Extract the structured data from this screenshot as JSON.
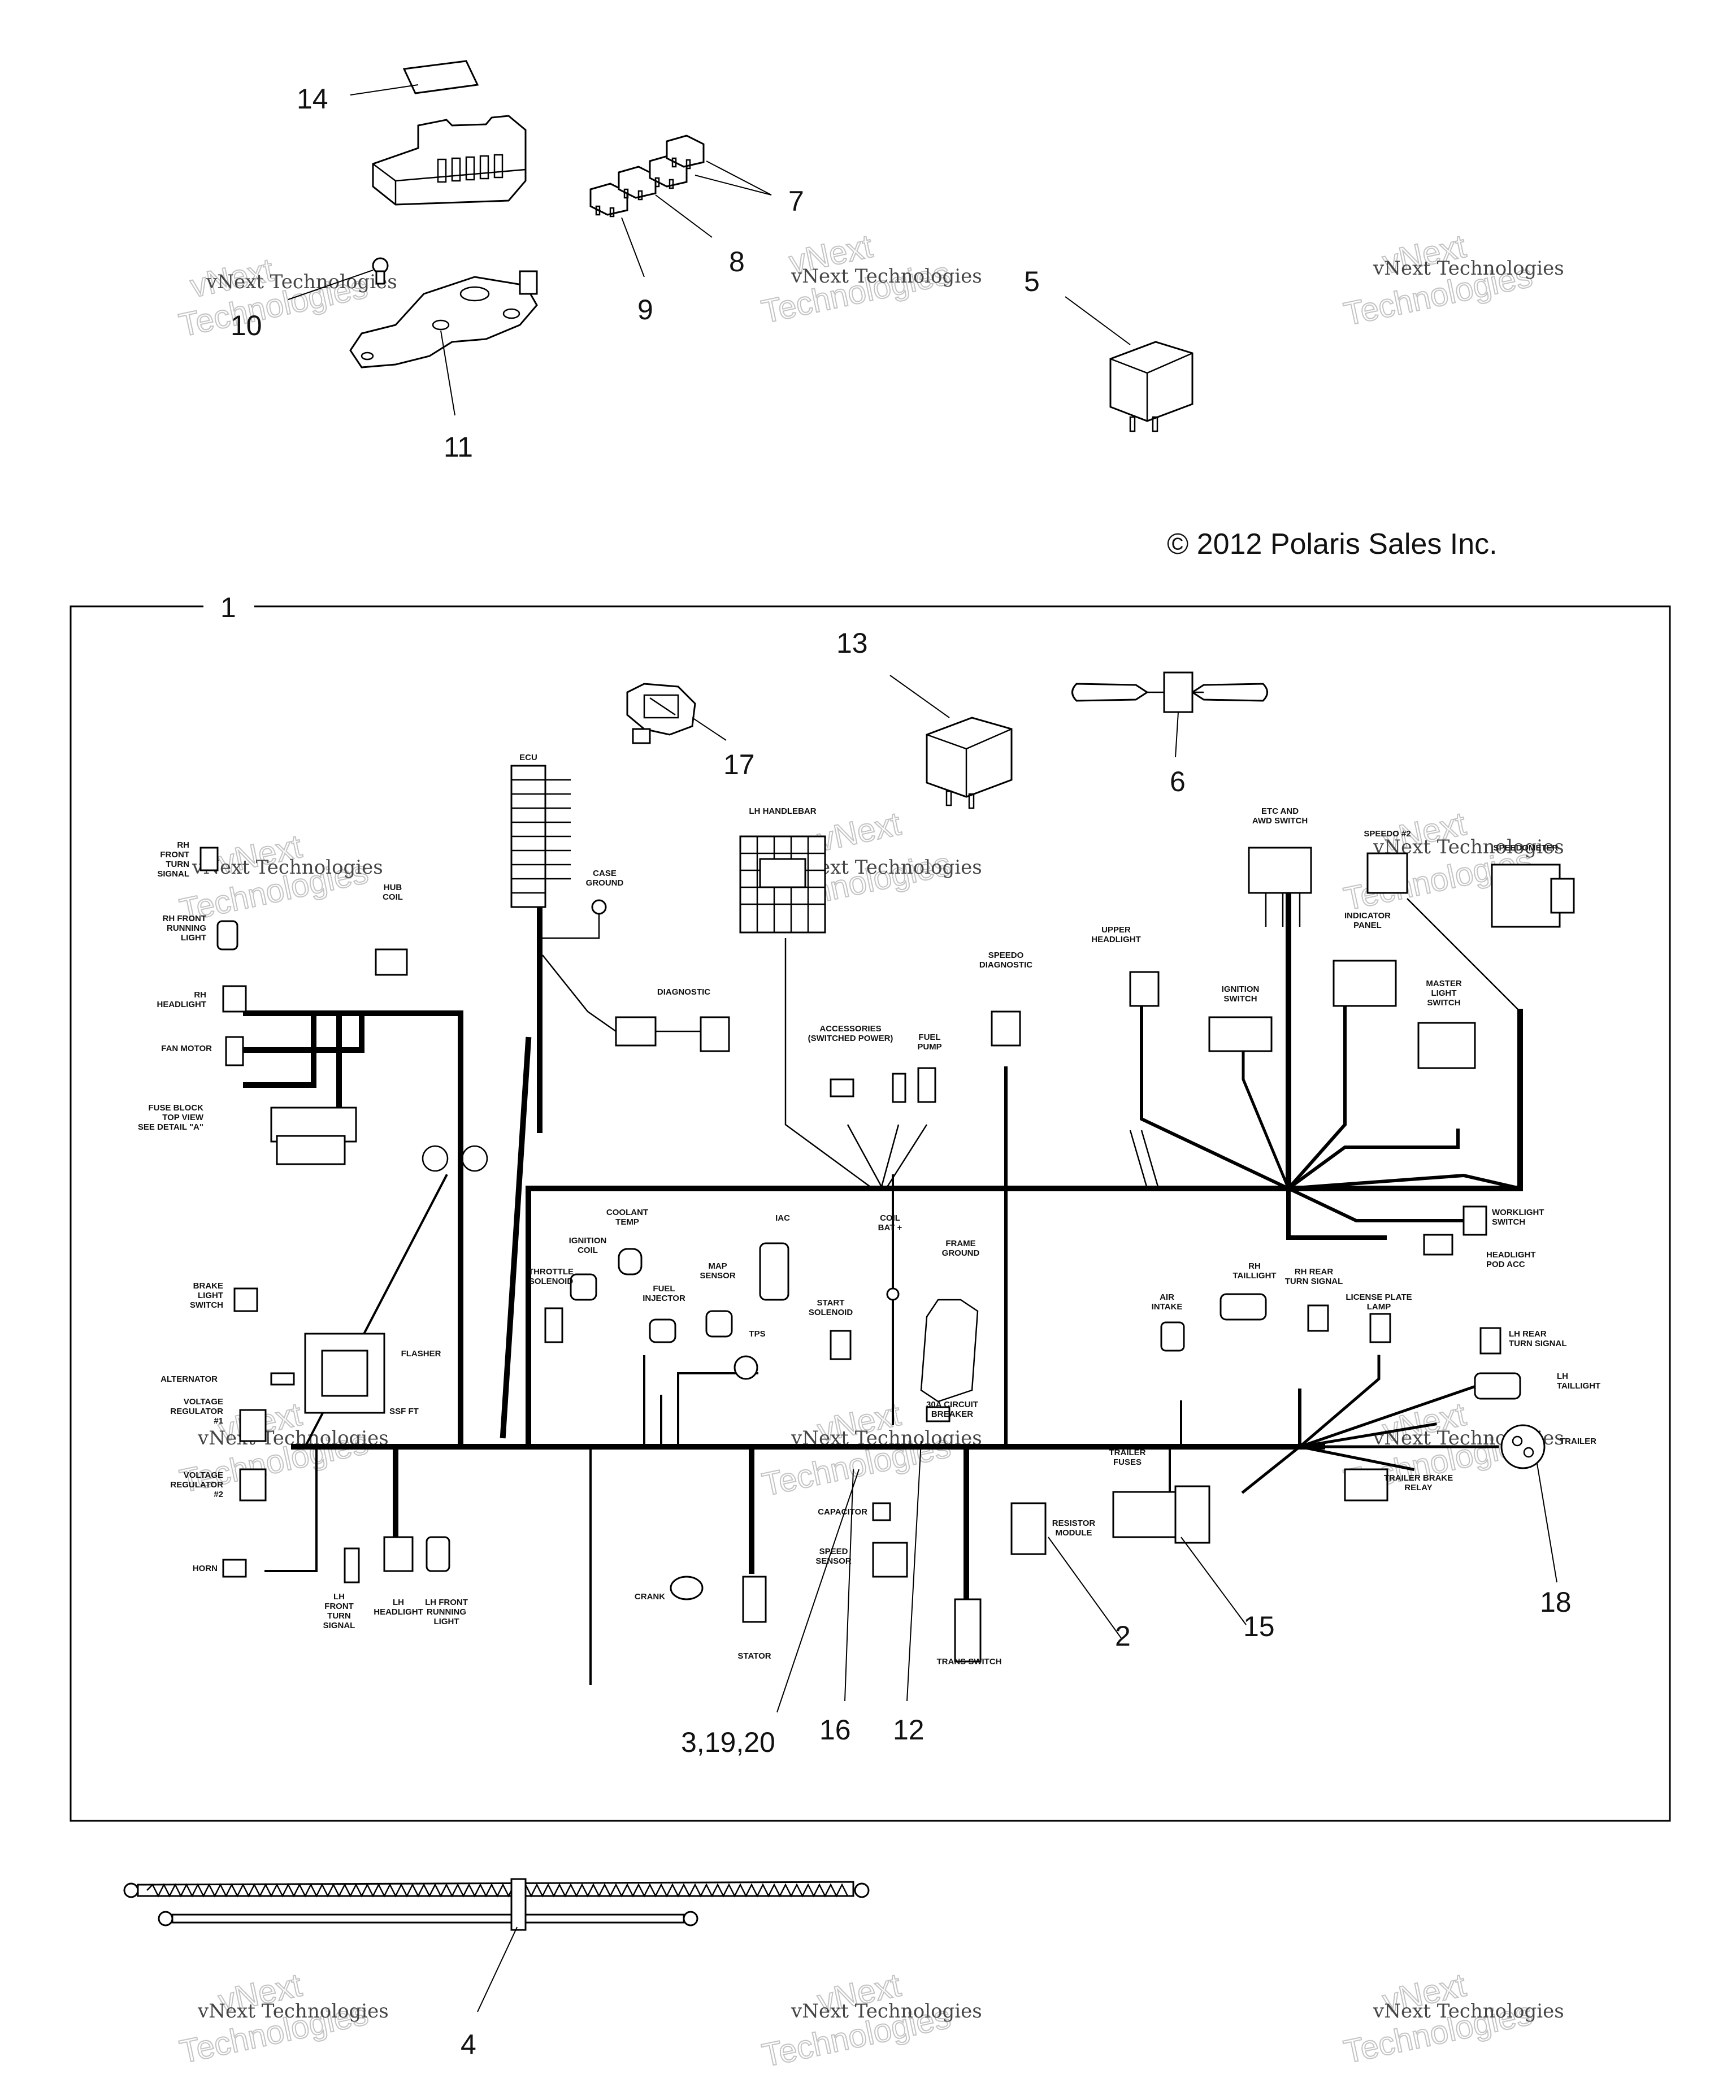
{
  "copyright": "© 2012 Polaris Sales Inc.",
  "watermark": {
    "line1": "vNext Technologies",
    "line2": "vNext",
    "line3": "Technologies"
  },
  "callouts": {
    "c1": "1",
    "c2": "2",
    "c3": "3,19,20",
    "c4": "4",
    "c5": "5",
    "c6": "6",
    "c7": "7",
    "c8": "8",
    "c9": "9",
    "c10": "10",
    "c11": "11",
    "c12": "12",
    "c13": "13",
    "c14": "14",
    "c15": "15",
    "c16": "16",
    "c17": "17",
    "c18": "18"
  },
  "labels": {
    "rh_front_turn_signal": [
      "RH",
      "FRONT",
      "TURN",
      "SIGNAL"
    ],
    "rh_front_running_light": [
      "RH FRONT",
      "RUNNING",
      "LIGHT"
    ],
    "rh_headlight": [
      "RH",
      "HEADLIGHT"
    ],
    "fan_motor": "FAN MOTOR",
    "fuse_block": [
      "FUSE BLOCK",
      "TOP VIEW",
      "SEE DETAIL \"A\""
    ],
    "brake_light_switch": [
      "BRAKE",
      "LIGHT",
      "SWITCH"
    ],
    "alternator": "ALTERNATOR",
    "voltage_regulator_1": [
      "VOLTAGE",
      "REGULATOR",
      "#1"
    ],
    "voltage_regulator_2": [
      "VOLTAGE",
      "REGULATOR",
      "#2"
    ],
    "horn": "HORN",
    "lh_front_turn_signal": [
      "LH",
      "FRONT",
      "TURN",
      "SIGNAL"
    ],
    "lh_headlight": [
      "LH",
      "HEADLIGHT"
    ],
    "lh_front_running_light": [
      "LH FRONT",
      "RUNNING",
      "LIGHT"
    ],
    "hub_coil": [
      "HUB",
      "COIL"
    ],
    "ecu": "ECU",
    "case_ground": [
      "CASE",
      "GROUND"
    ],
    "diagnostic": "DIAGNOSTIC",
    "lh_handlebar": "LH HANDLEBAR",
    "accessories": [
      "ACCESSORIES",
      "(SWITCHED POWER)"
    ],
    "fuel_pump": [
      "FUEL",
      "PUMP"
    ],
    "speedo_diagnostic": [
      "SPEEDO",
      "DIAGNOSTIC"
    ],
    "upper_headlight": [
      "UPPER",
      "HEADLIGHT"
    ],
    "etc_and_awd_switch": [
      "ETC AND",
      "AWD SWITCH"
    ],
    "ignition_switch": [
      "IGNITION",
      "SWITCH"
    ],
    "indicator_panel": [
      "INDICATOR",
      "PANEL"
    ],
    "master_light_switch": [
      "MASTER",
      "LIGHT",
      "SWITCH"
    ],
    "speedo_2": "SPEEDO #2",
    "speedometer": "SPEEDOMETER",
    "worklight_switch": [
      "WORKLIGHT",
      "SWITCH"
    ],
    "headlight_pod_acc": [
      "HEADLIGHT",
      "POD ACC"
    ],
    "flasher": "FLASHER",
    "coolant_temp": [
      "COOLANT",
      "TEMP"
    ],
    "ignition_coil": [
      "IGNITION",
      "COIL"
    ],
    "throttle_solenoid": [
      "THROTTLE",
      "SOLENOID"
    ],
    "fuel_injector": [
      "FUEL",
      "INJECTOR"
    ],
    "map_sensor": [
      "MAP",
      "SENSOR"
    ],
    "iac": "IAC",
    "tps": "TPS",
    "start_solenoid": [
      "START",
      "SOLENOID"
    ],
    "coil_bat": [
      "COIL",
      "BAT +"
    ],
    "frame_ground": [
      "FRAME",
      "GROUND"
    ],
    "air_intake": [
      "AIR",
      "INTAKE"
    ],
    "rh_taillight": [
      "RH",
      "TAILLIGHT"
    ],
    "rh_rear_turn_signal": [
      "RH REAR",
      "TURN SIGNAL"
    ],
    "license_plate_lamp": [
      "LICENSE PLATE",
      "LAMP"
    ],
    "lh_rear_turn_signal": [
      "LH REAR",
      "TURN SIGNAL"
    ],
    "lh_taillight": [
      "LH",
      "TAILLIGHT"
    ],
    "trailer": "TRAILER",
    "trailer_brake_relay": [
      "TRAILER BRAKE",
      "RELAY"
    ],
    "trailer_fuses": [
      "TRAILER",
      "FUSES"
    ],
    "resistor_module": [
      "RESISTOR",
      "MODULE"
    ],
    "circuit_breaker": [
      "30A CIRCUIT",
      "BREAKER"
    ],
    "capacitor": "CAPACITOR",
    "speed_sensor": [
      "SPEED",
      "SENSOR"
    ],
    "crank": "CRANK",
    "stator": "STATOR",
    "trans_switch": "TRANS SWITCH",
    "ssf_ft": "SSF FT"
  }
}
